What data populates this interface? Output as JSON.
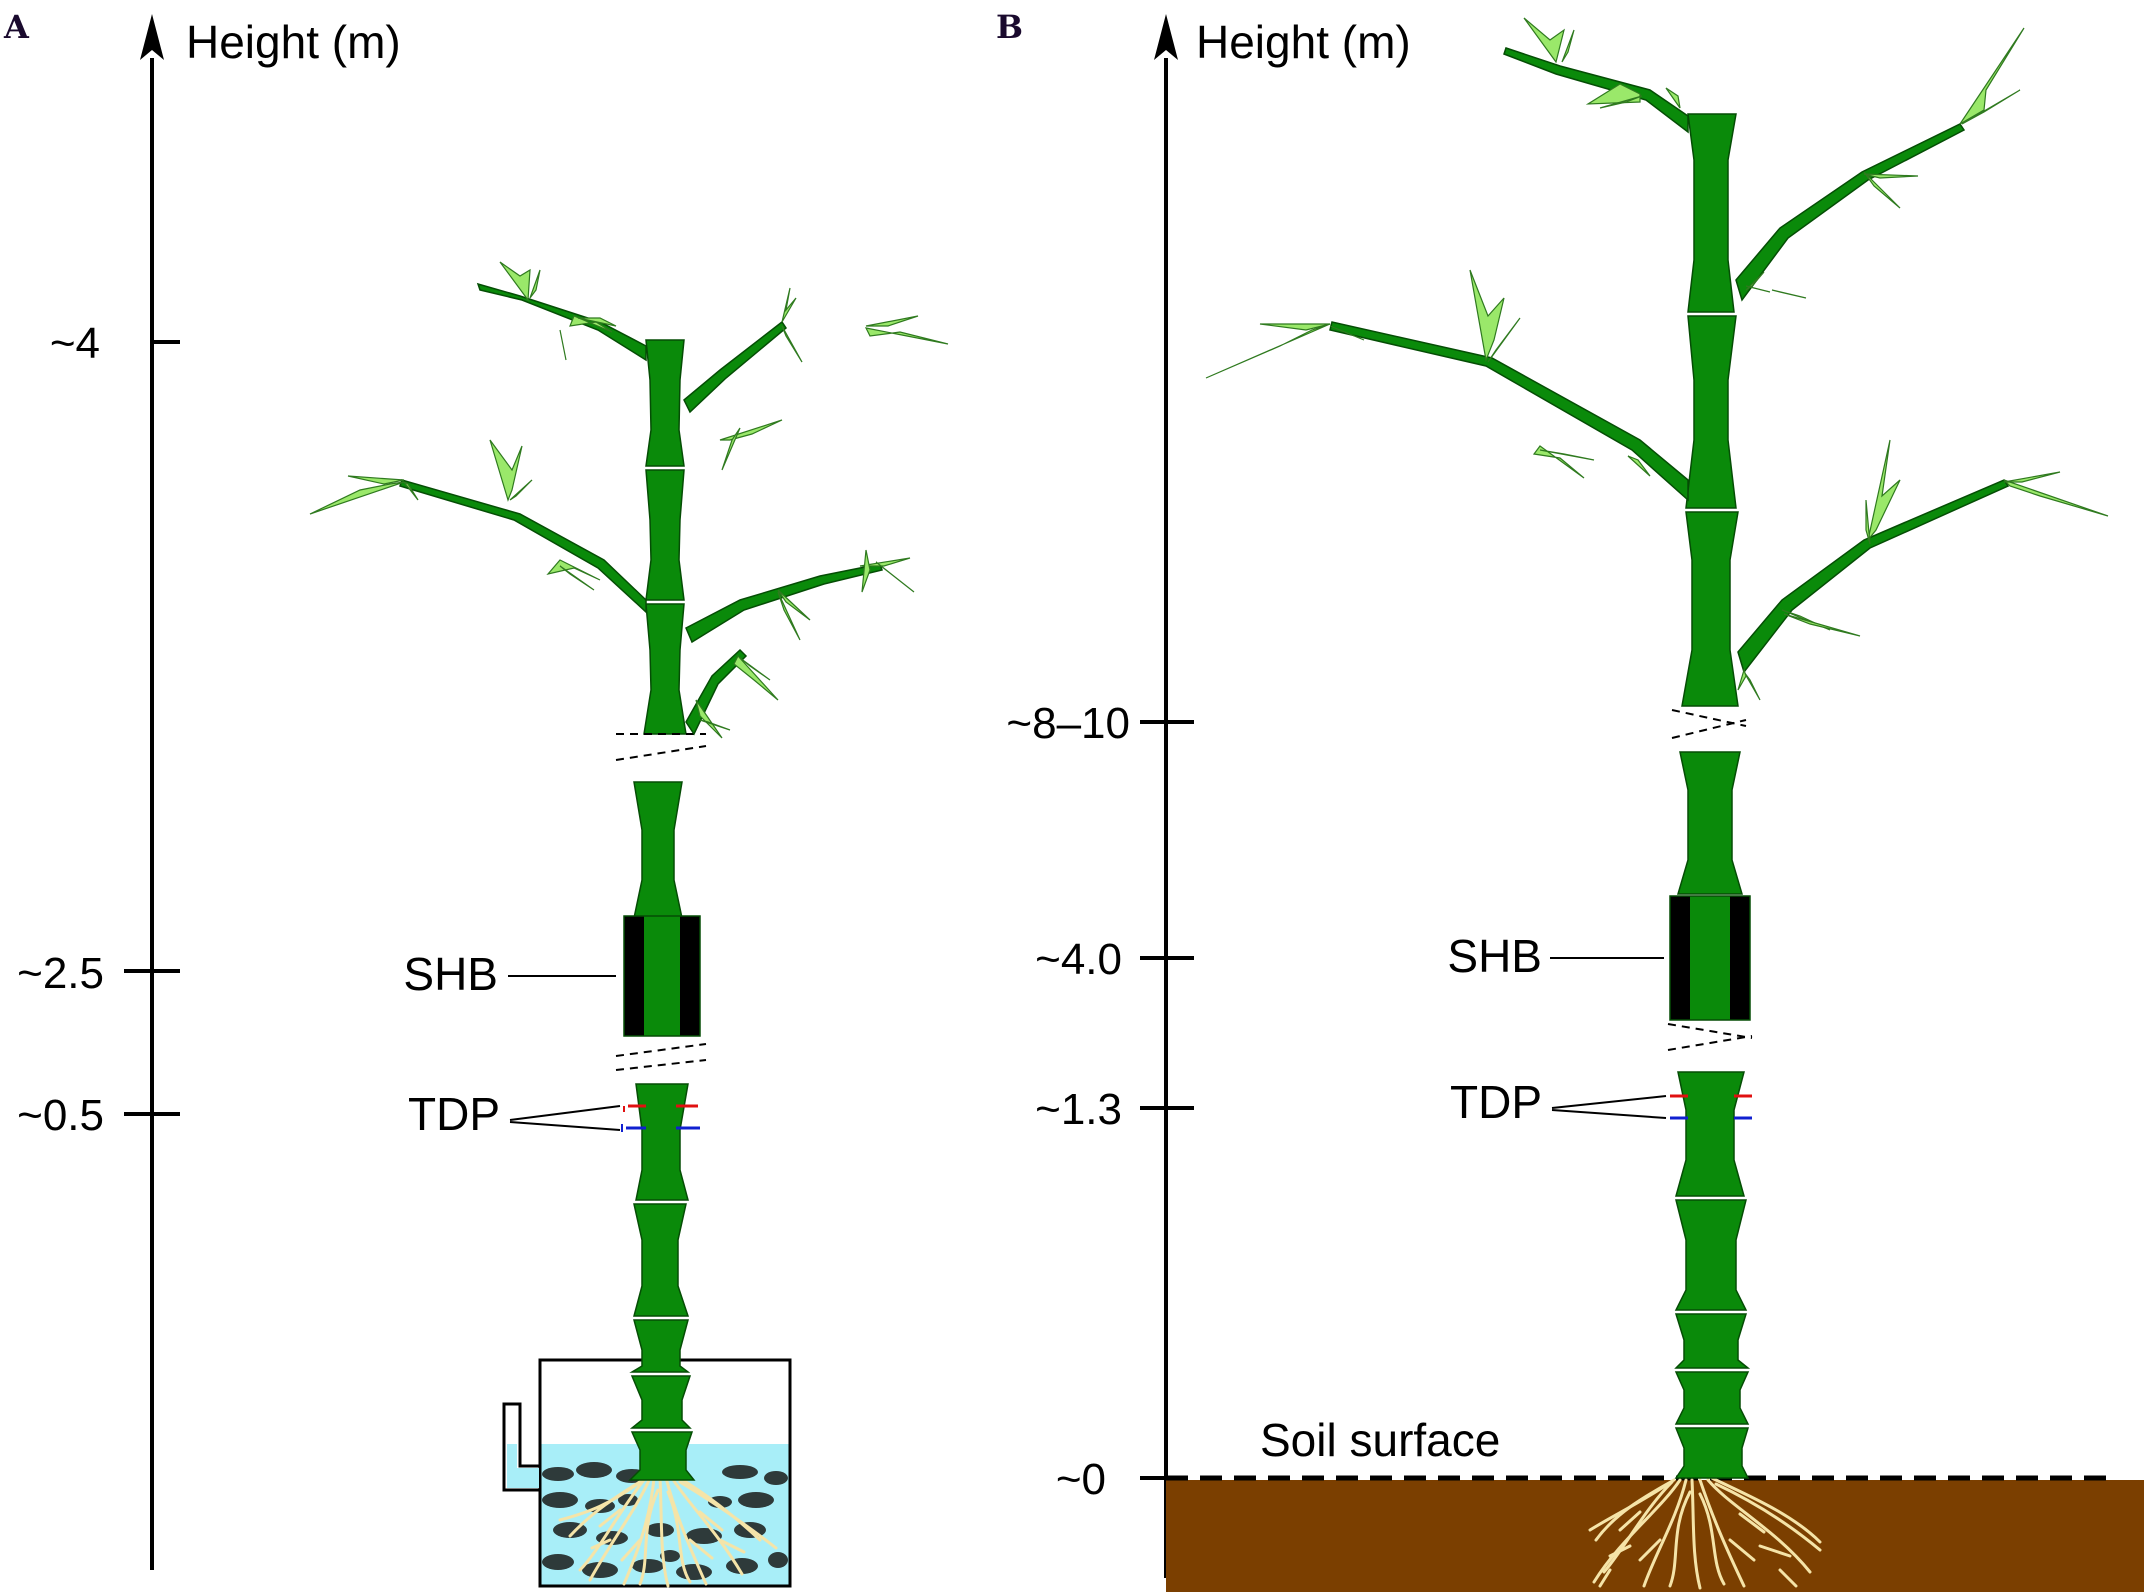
{
  "panels": [
    {
      "id": "A",
      "letter": "A",
      "axis_title": "Height (m)",
      "ticks": [
        "~4",
        "~2.5",
        "~0.5"
      ],
      "labels": {
        "shb": "SHB",
        "tdp": "TDP"
      }
    },
    {
      "id": "B",
      "letter": "B",
      "axis_title": "Height (m)",
      "ticks": [
        "~8–10",
        "~4.0",
        "~1.3",
        "~0"
      ],
      "labels": {
        "shb": "SHB",
        "tdp": "TDP",
        "soil": "Soil surface"
      }
    }
  ],
  "colors": {
    "stem": "#0a8a0a",
    "stem_outline": "#054d05",
    "leaf": "#9ae86a",
    "leaf_outline": "#2f7a1f",
    "shb_band": "#000000",
    "water": "#a8eef8",
    "pebble": "#2e3a3a",
    "root": "#f5e4a8",
    "soil": "#7b3f00",
    "tdp_red": "#e01010",
    "tdp_blue": "#1020d0"
  }
}
